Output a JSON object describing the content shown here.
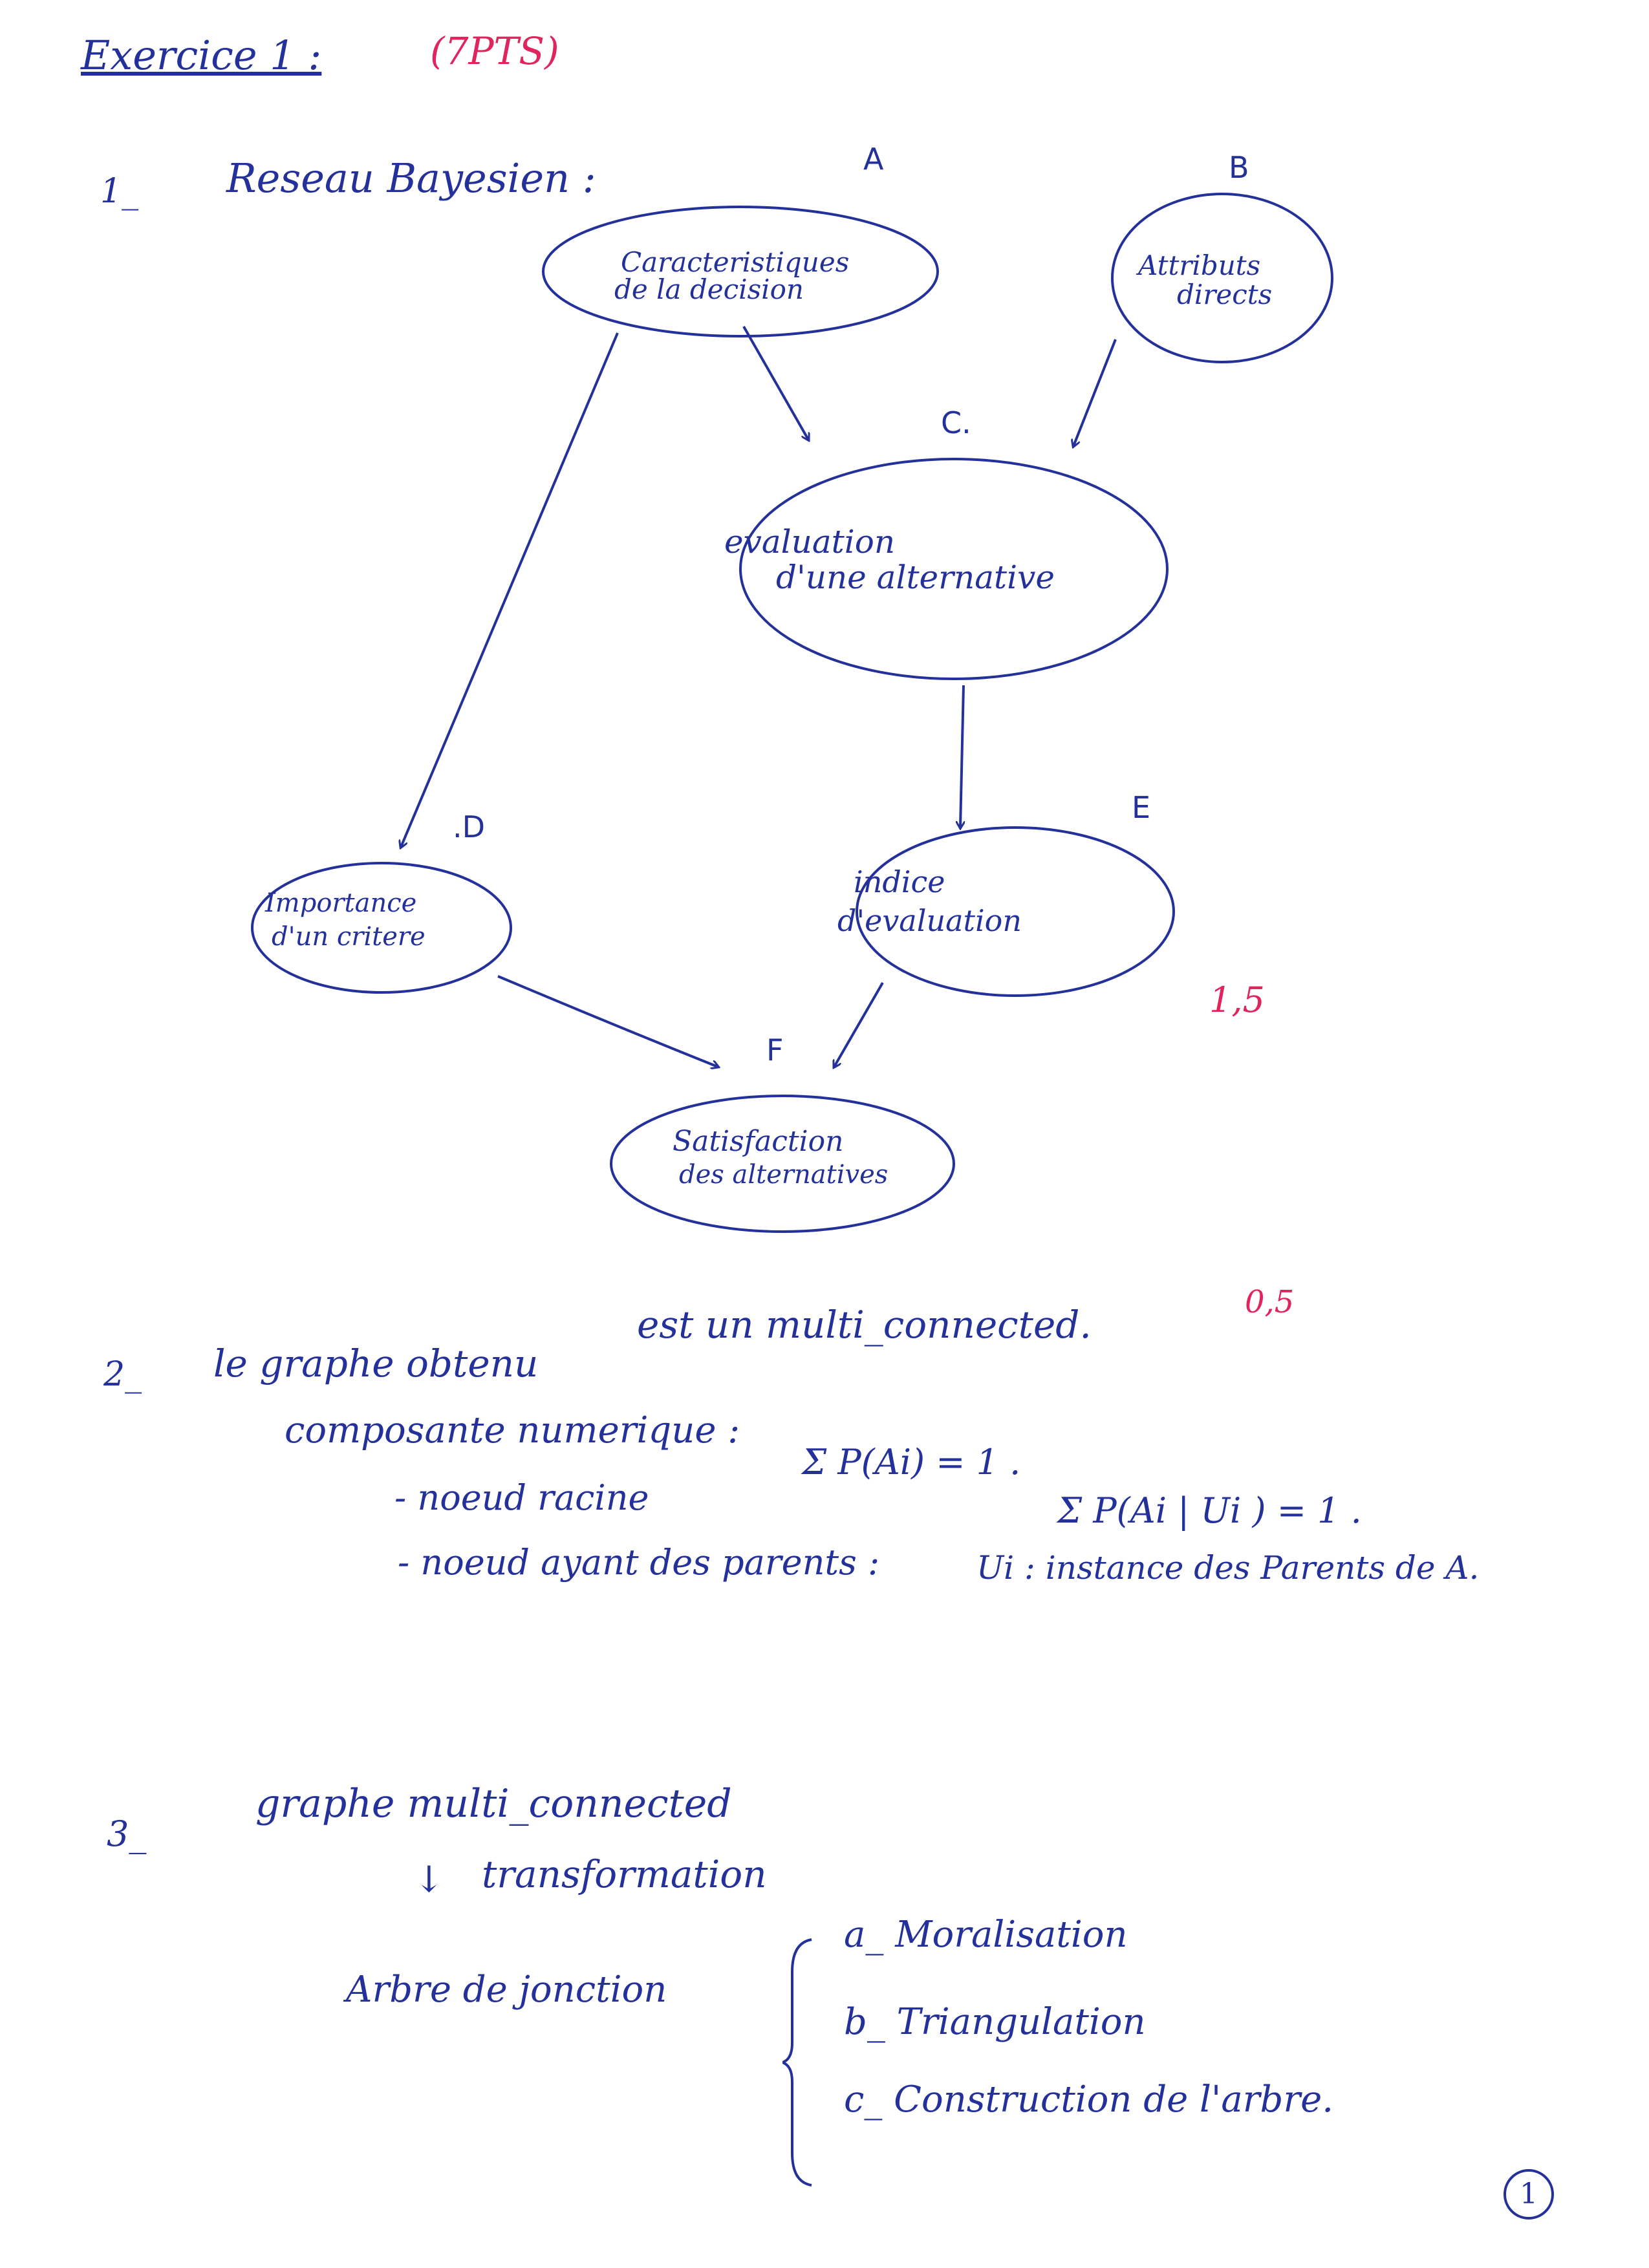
{
  "header": {
    "title": "Exercice 1 :",
    "points": "(7PTS)"
  },
  "q1": {
    "number": "1_",
    "title": "Reseau Bayesien :",
    "score": "1,5"
  },
  "nodes": {
    "A": {
      "letter": "A",
      "line1": "Caracteristiques",
      "line2": "de la decision"
    },
    "B": {
      "letter": "B",
      "line1": "Attributs",
      "line2": "directs"
    },
    "C": {
      "letter": "C.",
      "line1": "evaluation",
      "line2": "d'une alternative"
    },
    "D": {
      "letter": ".D",
      "line1": "Importance",
      "line2": "d'un critere"
    },
    "E": {
      "letter": "E",
      "line1": "indice",
      "line2": "d'evaluation"
    },
    "F": {
      "letter": "F",
      "line1": "Satisfaction",
      "line2": "des alternatives"
    }
  },
  "q2": {
    "number": "2_",
    "line1_a": "le graphe obtenu",
    "line1_b": "est un multi_connected.",
    "score": "0,5",
    "line2": "composante numerique :",
    "line3_label": "- noeud racine",
    "line3_formula": "Σ P(Ai) = 1 .",
    "line4_label": "- noeud ayant des parents :",
    "line4_formula": "Σ P(Ai | Ui ) = 1 .",
    "line5": "Ui : instance des Parents de A."
  },
  "q3": {
    "number": "3_",
    "line1": "graphe multi_connected",
    "arrow": "↓",
    "line2": "transformation",
    "line3": "Arbre de jonction",
    "steps": [
      "a_ Moralisation",
      "b_ Triangulation",
      "c_ Construction de l'arbre."
    ]
  },
  "footer": {
    "page_number": "1"
  }
}
